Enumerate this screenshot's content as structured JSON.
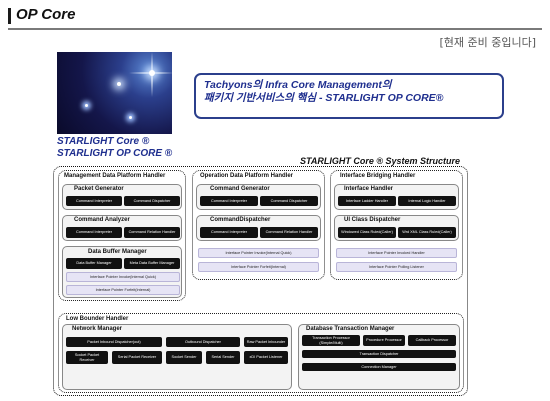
{
  "header": {
    "title": "OP Core",
    "status_note": "[현재 준비 중입니다]"
  },
  "brand": {
    "line1": "STARLIGHT Core ®",
    "line2": "STARLIGHT OP CORE ®"
  },
  "callout": {
    "line1": "Tachyons의 Infra Core Management의",
    "line2": "패키지 기반서비스의 핵심 - STARLIGHT OP CORE®"
  },
  "diagram": {
    "title": "STARLIGHT Core ® System Structure",
    "management": {
      "title": "Management Data Platform Handler",
      "packet_generator": {
        "title": "Packet Generator",
        "items": [
          "Command Interpreter",
          "Command Dispatcher"
        ]
      },
      "command_analyzer": {
        "title": "Command Analyzer",
        "items": [
          "Command Interpreter",
          "Command Relation Handler"
        ]
      },
      "data_buffer_manager": {
        "title": "Data Buffer Manager",
        "items": [
          "Data Buffer Manager",
          "Meta Data Buffer Manager"
        ],
        "interfaces": [
          "Interface Pointer Invoke(Internal Quick)",
          "Interface Pointer Forfeit(Internal)"
        ]
      }
    },
    "operation": {
      "title": "Operation Data Platform Handler",
      "command_generator": {
        "title": "Command Generator",
        "items": [
          "Command Interpreter",
          "Command Dispatcher"
        ]
      },
      "command_dispatcher": {
        "title": "CommandDispatcher",
        "items": [
          "Command Interpreter",
          "Command Relation Handler"
        ]
      },
      "interfaces": [
        "Interface Pointer Invoke(Internal Quick)",
        "Interface Pointer Forfeit(Internal)"
      ]
    },
    "bridging": {
      "title": "Interface Bridging Handler",
      "interface_handler": {
        "title": "Interface Handler",
        "items": [
          "Interface Ladder Handler",
          "Internal Logic Handler"
        ]
      },
      "ui_class_dispatcher": {
        "title": "UI Class Dispatcher",
        "items": [
          "Windowed Class Ruled(Caller)",
          "Wrd XML Class Ruled(Caller)"
        ]
      },
      "interfaces": [
        "Interface Pointer Invoked Handler",
        "Interface Pointer Polling Listener"
      ]
    },
    "low_bounder": {
      "title": "Low Bounder Handler",
      "network_manager": {
        "title": "Network Manager",
        "row1": [
          "Packet Inbound Dispatcher(out)",
          "Outbound Dispatcher",
          "Raw Packet Inbounder"
        ],
        "row2": [
          "Socket Packet Receiver",
          "Serial Packet Receiver",
          "Socket Sender",
          "Serial Sender",
          "xDI Packet Listener"
        ]
      },
      "database": {
        "title": "Database Transaction Manager",
        "row1": [
          "Transaction Processor (Simple/Multi)",
          "Procedure Processor",
          "Callback Processor"
        ],
        "row2": "Transaction Dispatcher",
        "row3": "Connection Manager"
      }
    }
  }
}
